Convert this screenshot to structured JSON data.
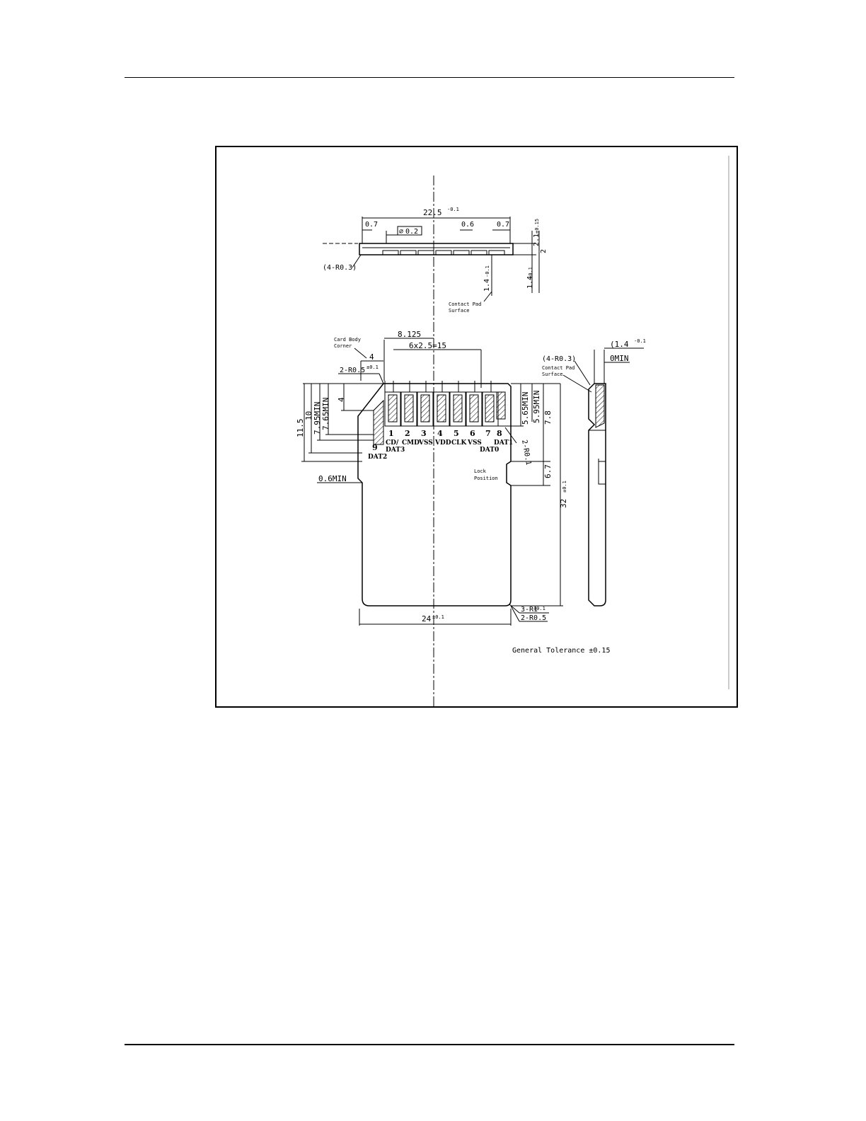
{
  "drawing": {
    "top_view": {
      "width_dim": "22.5",
      "width_tol": "-0.1",
      "dim_left_gap": "0.7",
      "flatness": "0.2",
      "dim_pad_gap": "0.6",
      "dim_right_gap": "0.7",
      "thickness_top": "2.1",
      "thickness_top_tol": "±0.15",
      "thickness": "2",
      "thickness_bottom": "1.4",
      "thickness_bottom_tol": "±0.1",
      "pad_height": "1.4",
      "pad_height_tol": "-0.1",
      "corner_radius": "(4-R0.3)",
      "contact_pad_surface": [
        "Contact Pad",
        "Surface"
      ]
    },
    "front_view": {
      "card_body_corner": [
        "Card Body",
        "Corner"
      ],
      "dim_8_125": "8.125",
      "pitch": "6x2.5=15",
      "notch": "4",
      "notch_radius": "2-R0.5",
      "notch_radius_tol": "±0.1",
      "dim_11_5": "11.5",
      "dim_10": "10",
      "dim_7_95": "7.95MIN",
      "dim_7_65": "7.65MIN",
      "dim_4": "4",
      "dim_0_6": "0.6MIN",
      "dim_5_65": "5.65MIN",
      "dim_5_95": "5.95MIN",
      "dim_7_8": "7.8",
      "dim_6_7": "6.7",
      "dim_32": "32",
      "dim_32_tol": "±0.1",
      "dim_24": "24",
      "dim_24_tol": "±0.1",
      "pad_corner": "2-R0.1",
      "corner_r1": "3-R1",
      "corner_r1_tol": "±0.1",
      "corner_r05": "2-R0.5",
      "lock_position": [
        "Lock",
        "Position"
      ],
      "pins": [
        {
          "num": "1",
          "name": "CD/",
          "name2": "DAT3"
        },
        {
          "num": "2",
          "name": "CMD",
          "name2": ""
        },
        {
          "num": "3",
          "name": "VSS",
          "name2": ""
        },
        {
          "num": "4",
          "name": "VDD",
          "name2": ""
        },
        {
          "num": "5",
          "name": "CLK",
          "name2": ""
        },
        {
          "num": "6",
          "name": "VSS",
          "name2": ""
        },
        {
          "num": "7",
          "name": "",
          "name2": "DAT0"
        },
        {
          "num": "8",
          "name": "DAT1",
          "name2": ""
        }
      ],
      "pin9": {
        "num": "9",
        "name": "DAT2"
      }
    },
    "side_view": {
      "thickness": "(1.4",
      "thickness_tol": "-0.1",
      "min": "0MIN",
      "corner_radius": "(4-R0.3)",
      "contact_pad_surface": [
        "Contact Pad",
        "Surface"
      ]
    },
    "note": "General Tolerance ±0.15"
  }
}
